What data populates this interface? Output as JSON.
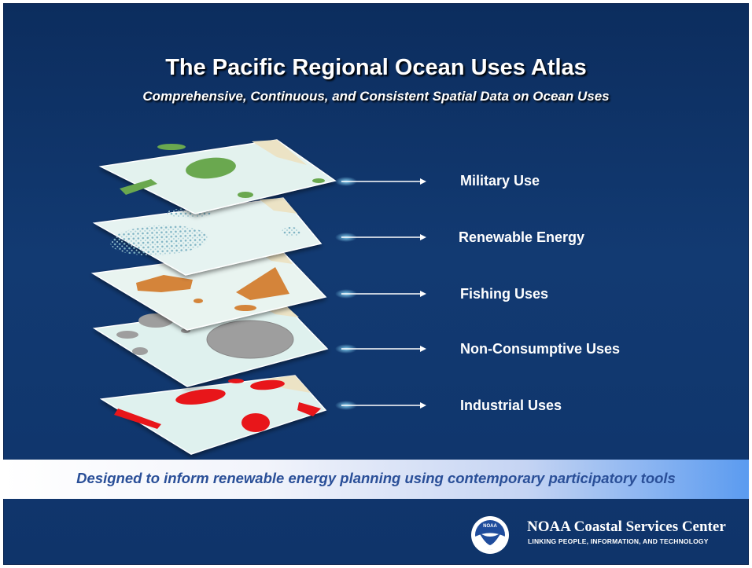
{
  "title": "The Pacific Regional Ocean Uses Atlas",
  "subtitle": "Comprehensive, Continuous, and Consistent Spatial Data on Ocean Uses",
  "layers": [
    {
      "label": "Military Use",
      "color": "#6aa84f"
    },
    {
      "label": "Renewable Energy",
      "color": "#8fb8c9"
    },
    {
      "label": "Fishing Uses",
      "color": "#d4843a"
    },
    {
      "label": "Non-Consumptive Uses",
      "color": "#9e9e9e"
    },
    {
      "label": "Industrial Uses",
      "color": "#e8161a"
    }
  ],
  "banner": "Designed to inform renewable energy planning using contemporary participatory tools",
  "footer": {
    "logo_text": "NOAA",
    "org_name": "NOAA Coastal Services Center",
    "tagline": "LINKING PEOPLE, INFORMATION, AND TECHNOLOGY",
    "logo_icon": "noaa-seal-icon"
  },
  "colors": {
    "background": "#0f346a",
    "banner_text": "#2a4f98",
    "map_water": "#dff1ee",
    "map_land": "#ece3c5"
  }
}
